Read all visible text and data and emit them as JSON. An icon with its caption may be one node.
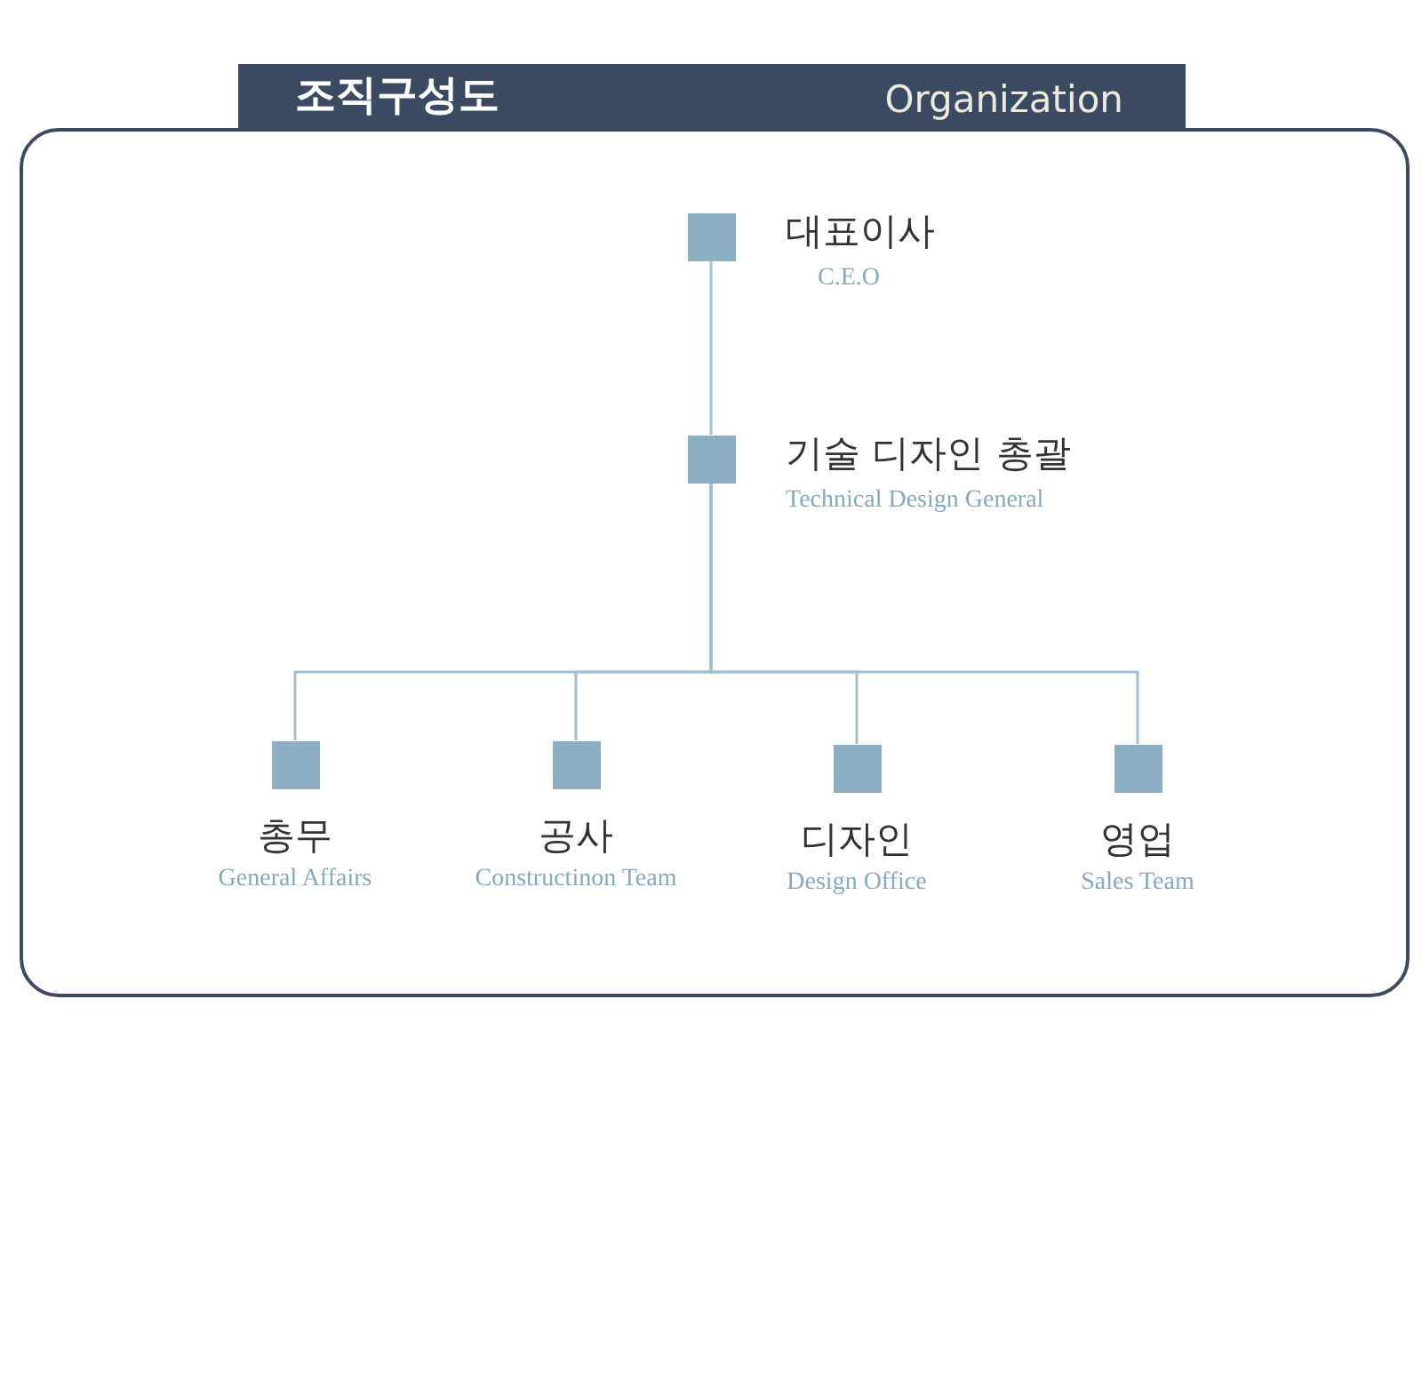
{
  "diagram": {
    "title": "조직구성도",
    "nodes": [
      {
        "text": [],
        "shape": "box",
        "beside": [
          "대표이사",
          "C.E.O"
        ]
      },
      {
        "text": [],
        "shape": "box",
        "beside": [
          "기술 디자인 총괄",
          "Technical Design General"
        ]
      },
      {
        "text": [],
        "shape": "box",
        "beside": [
          "총무",
          "General Affairs"
        ]
      },
      {
        "text": [],
        "shape": "box",
        "beside": [
          "공사",
          "Constructinon Team"
        ]
      },
      {
        "text": [],
        "shape": "box",
        "beside": [
          "디자인",
          "Design Office"
        ]
      },
      {
        "text": [],
        "shape": "box",
        "beside": [
          "영업",
          "Sales Team"
        ]
      }
    ],
    "edges": [
      {
        "from": 0,
        "to": 1,
        "arrow": "none"
      },
      {
        "from": 1,
        "to": 2,
        "arrow": "none"
      },
      {
        "from": 1,
        "to": 3,
        "arrow": "none"
      },
      {
        "from": 1,
        "to": 4,
        "arrow": "none"
      },
      {
        "from": 1,
        "to": 5,
        "arrow": "none"
      }
    ],
    "labels": [
      "Organization"
    ]
  }
}
